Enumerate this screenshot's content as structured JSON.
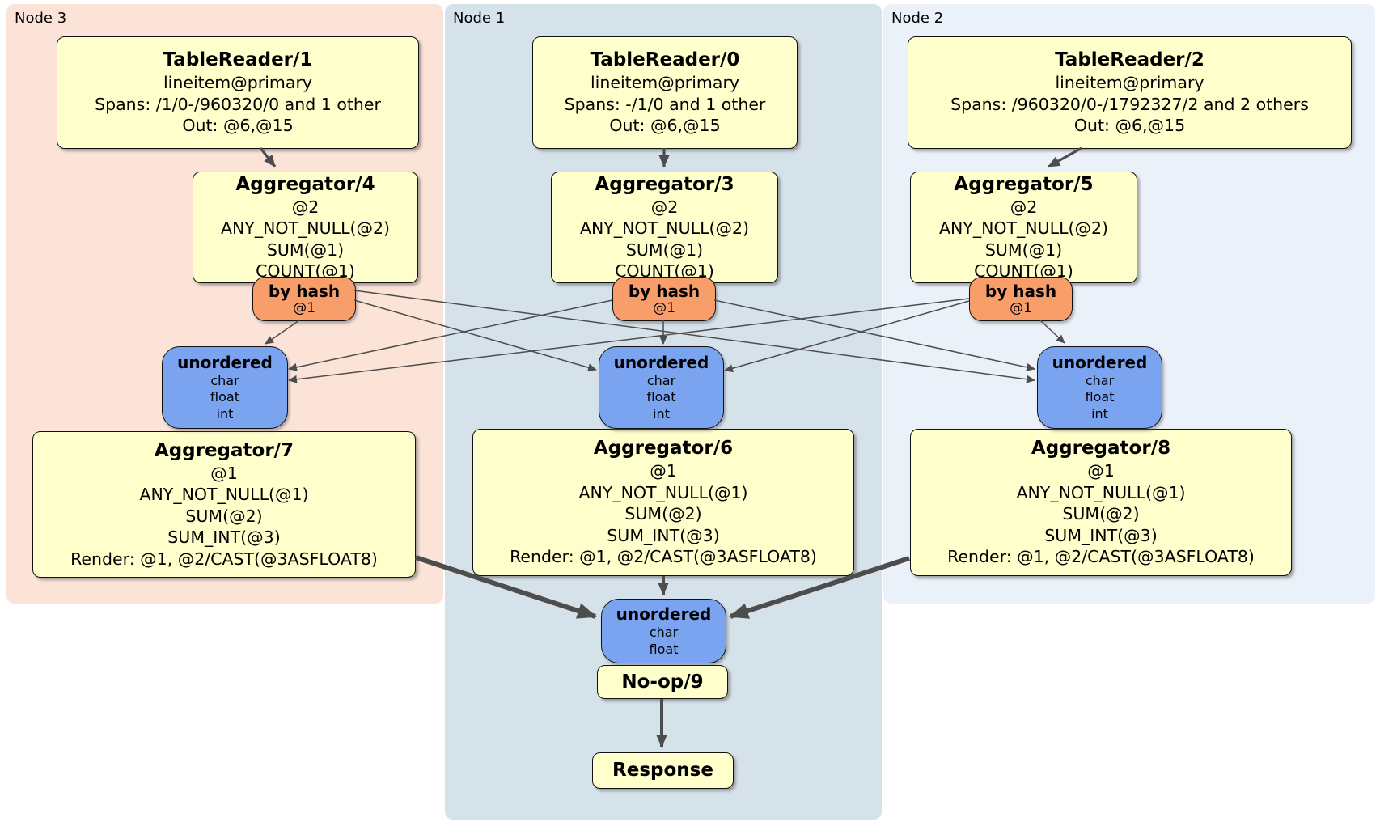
{
  "regions": {
    "node3": {
      "label": "Node 3"
    },
    "node1": {
      "label": "Node 1"
    },
    "node2": {
      "label": "Node 2"
    }
  },
  "processors": {
    "tr1": {
      "title": "TableReader/1",
      "lines": [
        "lineitem@primary",
        "Spans: /1/0-/960320/0 and 1 other",
        "Out: @6,@15"
      ]
    },
    "tr0": {
      "title": "TableReader/0",
      "lines": [
        "lineitem@primary",
        "Spans: -/1/0 and 1 other",
        "Out: @6,@15"
      ]
    },
    "tr2": {
      "title": "TableReader/2",
      "lines": [
        "lineitem@primary",
        "Spans: /960320/0-/1792327/2 and 2 others",
        "Out: @6,@15"
      ]
    },
    "agg4": {
      "title": "Aggregator/4",
      "lines": [
        "@2",
        "ANY_NOT_NULL(@2)",
        "SUM(@1)",
        "COUNT(@1)"
      ]
    },
    "agg3": {
      "title": "Aggregator/3",
      "lines": [
        "@2",
        "ANY_NOT_NULL(@2)",
        "SUM(@1)",
        "COUNT(@1)"
      ]
    },
    "agg5": {
      "title": "Aggregator/5",
      "lines": [
        "@2",
        "ANY_NOT_NULL(@2)",
        "SUM(@1)",
        "COUNT(@1)"
      ]
    },
    "agg7": {
      "title": "Aggregator/7",
      "lines": [
        "@1",
        "ANY_NOT_NULL(@1)",
        "SUM(@2)",
        "SUM_INT(@3)",
        "Render: @1, @2/CAST(@3ASFLOAT8)"
      ]
    },
    "agg6": {
      "title": "Aggregator/6",
      "lines": [
        "@1",
        "ANY_NOT_NULL(@1)",
        "SUM(@2)",
        "SUM_INT(@3)",
        "Render: @1, @2/CAST(@3ASFLOAT8)"
      ]
    },
    "agg8": {
      "title": "Aggregator/8",
      "lines": [
        "@1",
        "ANY_NOT_NULL(@1)",
        "SUM(@2)",
        "SUM_INT(@3)",
        "Render: @1, @2/CAST(@3ASFLOAT8)"
      ]
    },
    "noop": {
      "title": "No-op/9"
    },
    "response": {
      "title": "Response"
    }
  },
  "routers": {
    "byhash3": {
      "title": "by hash",
      "detail": "@1"
    },
    "byhash1": {
      "title": "by hash",
      "detail": "@1"
    },
    "byhash2": {
      "title": "by hash",
      "detail": "@1"
    }
  },
  "syncs": {
    "unordered3": {
      "title": "unordered",
      "items": [
        "char",
        "float",
        "int"
      ]
    },
    "unordered1": {
      "title": "unordered",
      "items": [
        "char",
        "float",
        "int"
      ]
    },
    "unordered2": {
      "title": "unordered",
      "items": [
        "char",
        "float",
        "int"
      ]
    },
    "unorderedFinal": {
      "title": "unordered",
      "items": [
        "char",
        "float"
      ]
    }
  },
  "colors": {
    "node3_bg": "#fce3d8",
    "node1_bg": "#d6e2ea",
    "node2_bg": "#ebf1f9",
    "processor_fill": "#ffffcc",
    "router_fill": "#f79e6b",
    "sync_fill": "#7aa4f0",
    "edge": "#4d4d4d"
  }
}
